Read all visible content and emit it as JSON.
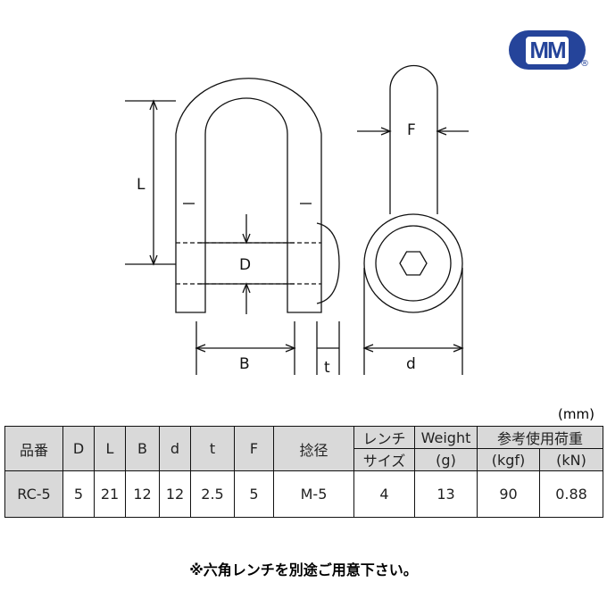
{
  "logo": {
    "text": "MM",
    "reg": "®",
    "color": "#25449a"
  },
  "dims": {
    "L": "L",
    "D": "D",
    "B": "B",
    "t": "t",
    "F": "F",
    "d": "d"
  },
  "unit": "(mm)",
  "table": {
    "headers": {
      "part": "品番",
      "D": "D",
      "L": "L",
      "B": "B",
      "d": "d",
      "t": "t",
      "F": "F",
      "screw": "捻径",
      "wrench1": "レンチ",
      "wrench2": "サイズ",
      "weight1": "Weight",
      "weight2": "(g)",
      "load": "参考使用荷重",
      "kgf": "(kgf)",
      "kn": "(kN)"
    },
    "row": {
      "part": "RC-5",
      "D": "5",
      "L": "21",
      "B": "12",
      "d": "12",
      "t": "2.5",
      "F": "5",
      "screw": "M-5",
      "wrench": "4",
      "weight": "13",
      "kgf": "90",
      "kn": "0.88"
    }
  },
  "note": "※六角レンチを別途ご用意下さい。"
}
